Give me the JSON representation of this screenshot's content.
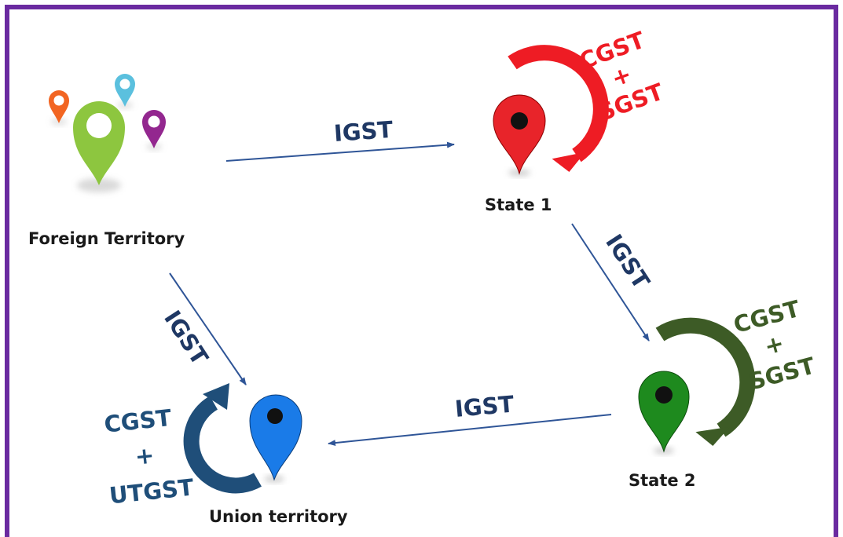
{
  "nodes": {
    "foreign": {
      "label": "Foreign Territory"
    },
    "state1": {
      "label": "State 1"
    },
    "state2": {
      "label": "State 2"
    },
    "union": {
      "label": "Union territory"
    }
  },
  "edges": {
    "foreign_to_state1": {
      "label": "IGST"
    },
    "state1_to_state2": {
      "label": "IGST"
    },
    "foreign_to_union": {
      "label": "IGST"
    },
    "state2_to_union": {
      "label": "IGST"
    }
  },
  "local_taxes": {
    "state1": {
      "lines": [
        "CGST",
        "+",
        "SGST"
      ],
      "color": "#ee1c24"
    },
    "state2": {
      "lines": [
        "CGST",
        "+",
        "SGST"
      ],
      "color": "#3d5b26"
    },
    "union": {
      "lines": [
        "CGST",
        "+",
        "UTGST"
      ],
      "color": "#1f4e79"
    }
  },
  "colors": {
    "frame": "#6a2aa0",
    "edge": "#2f5597",
    "edge_label": "#1f3864",
    "pin_state1": "#e8242a",
    "pin_state2": "#1e8a1e",
    "pin_union": "#1a7be8",
    "pin_foreign_main": "#8dc63f",
    "pin_foreign_orange": "#f26522",
    "pin_foreign_cyan": "#5bc0de",
    "pin_foreign_purple": "#93278f"
  }
}
